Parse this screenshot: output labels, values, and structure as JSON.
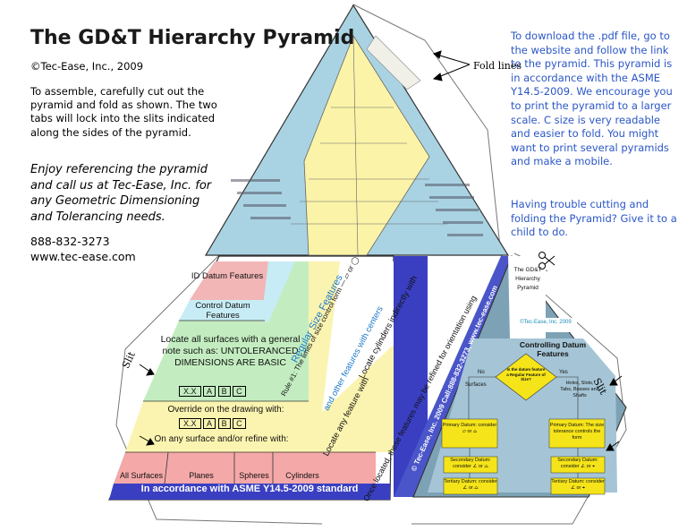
{
  "header": {
    "title": "The GD&T Hierarchy Pyramid",
    "copyright": "©Tec-Ease, Inc., 2009",
    "assembly_note": "To assemble, carefully cut out the pyramid and fold as shown.  The two tabs will lock into the slits indicated along the sides of the pyramid.",
    "enjoy_note": "Enjoy referencing the pyramid and call us at Tec-Ease, Inc. for any Geometric Dimensioning and Tolerancing needs.",
    "phone": "888-832-3273",
    "website": "www.tec-ease.com"
  },
  "right_notes": {
    "download_note": "To download the .pdf file, go to the website and follow the link to the pyramid.  This pyramid is in accordance with the ASME Y14.5-2009. We encourage you to print the pyramid to a larger scale.  C size is very readable and easier to fold.  You might want to print several pyramids and make a mobile.",
    "trouble_note": "Having trouble cutting and folding the Pyramid? Give it to a child to do."
  },
  "annotations": {
    "fold_lines": "Fold lines",
    "slit_left": "Slit",
    "slit_right": "Slit"
  },
  "front_face": {
    "id_datum": "ID Datum Features",
    "control_datum": "Control Datum Features",
    "locate_general": "Locate all surfaces with a general note such as: UNTOLERANCED DIMENSIONS ARE BASIC",
    "fcf_cells": [
      "X.X",
      "A",
      "B",
      "C"
    ],
    "override": "Override on the drawing with:",
    "refine": "On any surface and/or refine with:",
    "columns": [
      "All Surfaces",
      "Planes",
      "Spheres",
      "Cylinders"
    ],
    "bottom_banner": "In accordance with ASME Y14.5-2009 standard"
  },
  "right_face": {
    "rule": "Rule #1: The limits of size control form — ⏥ or ◯",
    "regular_size": "Regular Size Features",
    "centers": "and other features with centers",
    "locate_any": "Locate any feature with",
    "locate_cyl": "Locate cylinders indirectly with",
    "refine_note": "Once located, these features may be refined for orientation using",
    "side_strip": "© Tec-Ease, Inc. 2009   Call:888-832-3273, www.tec-ease.com"
  },
  "tab_panel": {
    "label": "The GD&T Hierarchy Pyramid",
    "copyright": "©Tec-Ease, Inc. 2009",
    "title": "Controlling Datum Features",
    "decision": "Is the datum feature a Regular Feature of Size?",
    "no_label": "No",
    "yes_label": "Yes",
    "surfaces": "Surfaces",
    "holes": "Holes, Slots, Tabs, Bosses and Shafts",
    "left_boxes": [
      "Primary Datum: consider ⏥ or ⌓",
      "Secondary Datum: consider ∠ or ⌓",
      "Tertiary Datum: consider ∠ or ⌓"
    ],
    "right_boxes": [
      "Primary Datum: The size tolerance controls the form",
      "Secondary Datum: consider ∠ or ⌖",
      "Tertiary Datum: consider ∠ or ⌖"
    ]
  }
}
